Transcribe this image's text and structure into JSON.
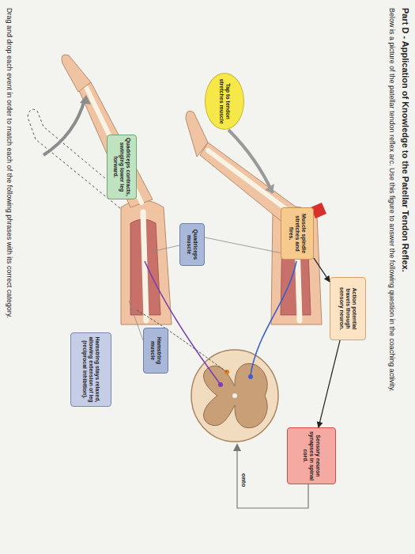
{
  "diagram": {
    "title": "Part D - Application of Knowledge to the Patellar Tendon Reflex.",
    "nodes": [
      {
        "text": [
          "Tap to tendon stretches muscle"
        ]
      },
      {
        "text": [
          "Muscle spindle stretches and fires."
        ]
      },
      {
        "text": [
          "Action potential travels through sensory neuron."
        ]
      },
      {
        "text": [
          "Sensory neuron synapses in spinal cord."
        ]
      },
      {
        "text": [
          "Quadriceps muscle"
        ]
      },
      {
        "text": [
          "Hamstring muscle"
        ]
      },
      {
        "text": [
          "Quadriceps contracts, swinging lower leg forward."
        ]
      },
      {
        "text": [
          "Hamstring stays relaxed, allowing extension of leg (reciprocal inhibition)."
        ]
      }
    ],
    "edges": [
      {
        "from": 1,
        "to": 2,
        "arrow": "to"
      },
      {
        "from": 2,
        "to": 3,
        "arrow": "to"
      }
    ],
    "labels": [
      "Below is a picture of the patellar tendon reflex arc. Use this figure to answer the following question in the coaching activity.",
      "onto",
      "Drag and drop each event in order to match each of the following phrases with its correct category."
    ]
  }
}
